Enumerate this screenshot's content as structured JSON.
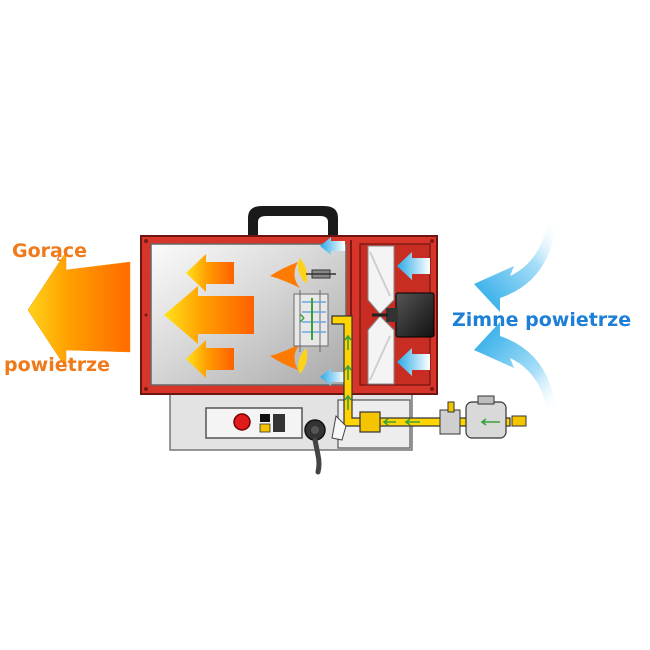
{
  "labels": {
    "hot_line1": "Gorące",
    "hot_line2": "powietrze",
    "cold": "Zimne powietrze"
  },
  "colors": {
    "hot_text": "#f07a1a",
    "cold_text": "#1e7fd6",
    "housing_red": "#d8352a",
    "housing_dark": "#7a1a14",
    "steel_light": "#f2f2f2",
    "steel_mid": "#b5b5b5",
    "cold_air": "#29aee8",
    "hot_flame": "#ff7a00",
    "hot_flame_tip": "#ffe21a",
    "gas_line": "#ffd400",
    "gas_flow_arrow": "#3aa13a",
    "base_grey": "#e1e1e1",
    "knob_red": "#e01b1b"
  },
  "icons": [
    "hot-air-arrow-icon",
    "cold-air-arrow-icon",
    "flame-icon",
    "fan-motor-icon",
    "gas-valve-icon",
    "pressure-regulator-icon",
    "power-switch-icon",
    "thermostat-knob-icon"
  ]
}
